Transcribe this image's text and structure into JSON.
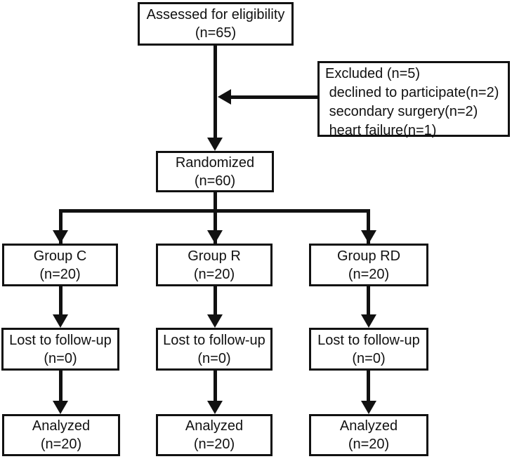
{
  "figure": {
    "type": "consort-flow-diagram",
    "colors": {
      "ink": "#111111",
      "background": "#ffffff"
    },
    "boxes": {
      "assessed": {
        "lines": [
          "Assessed for eligibility",
          "(n=65)"
        ]
      },
      "excluded": {
        "lines": [
          "Excluded (n=5)",
          " declined to participate(n=2)",
          " secondary surgery(n=2)",
          " heart failure(n=1)"
        ]
      },
      "randomized": {
        "lines": [
          "Randomized",
          "(n=60)"
        ]
      },
      "group_c": {
        "lines": [
          "Group C",
          "(n=20)"
        ]
      },
      "group_r": {
        "lines": [
          "Group R",
          "(n=20)"
        ]
      },
      "group_rd": {
        "lines": [
          "Group RD",
          "(n=20)"
        ]
      },
      "lost_c": {
        "lines": [
          "Lost to follow-up",
          "(n=0)"
        ]
      },
      "lost_r": {
        "lines": [
          "Lost to follow-up",
          "(n=0)"
        ]
      },
      "lost_rd": {
        "lines": [
          "Lost to follow-up",
          "(n=0)"
        ]
      },
      "analyzed_c": {
        "lines": [
          "Analyzed",
          "(n=20)"
        ]
      },
      "analyzed_r": {
        "lines": [
          "Analyzed",
          "(n=20)"
        ]
      },
      "analyzed_rd": {
        "lines": [
          "Analyzed",
          "(n=20)"
        ]
      }
    }
  }
}
